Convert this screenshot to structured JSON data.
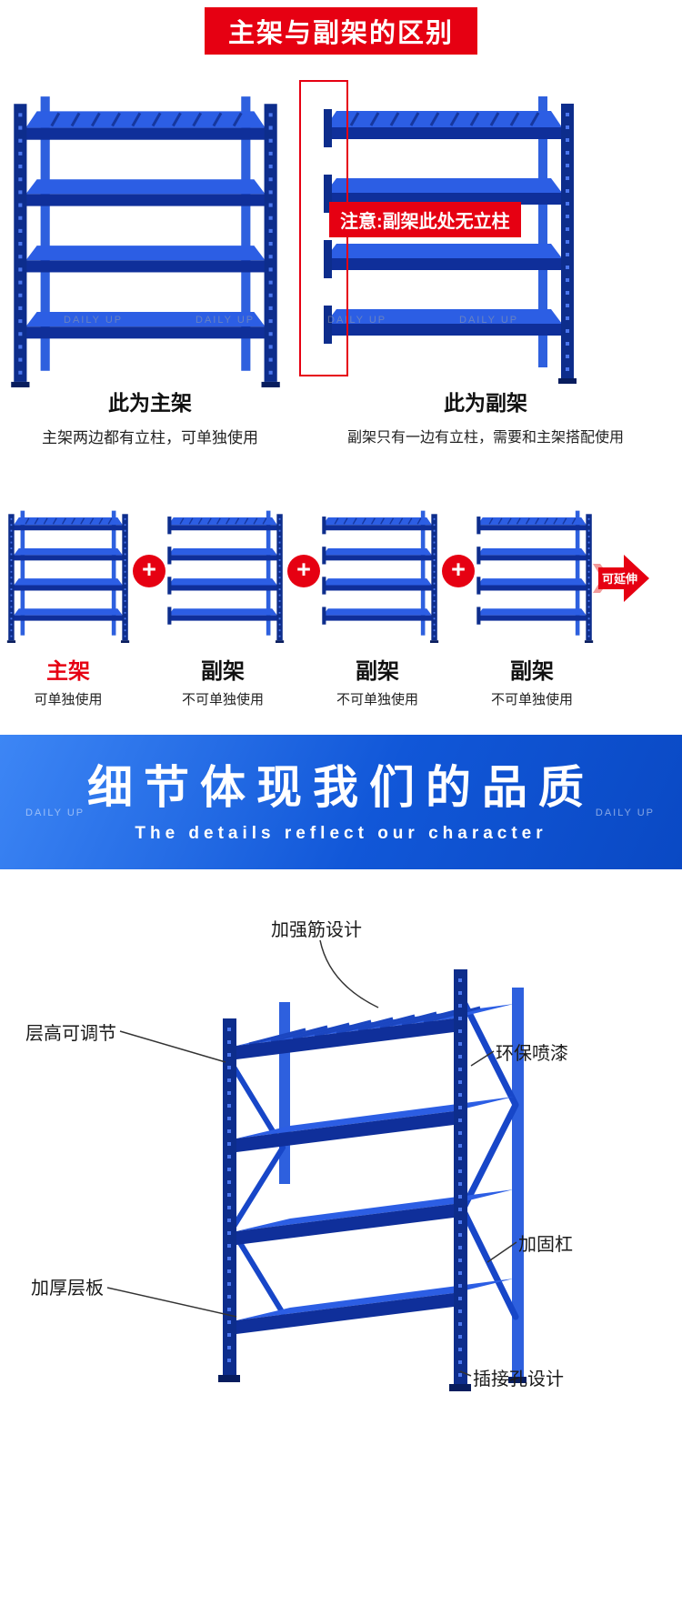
{
  "meta": {
    "watermark": "DAILY UP"
  },
  "colors": {
    "accent_red": "#e60012",
    "rack_blue": "#1746c8",
    "banner_blue": "#1157d8"
  },
  "header": {
    "title": "主架与副架的区别"
  },
  "comparison": {
    "notice_badge": "注意:副架此处无立柱",
    "main": {
      "title": "此为主架",
      "desc": "主架两边都有立柱，可单独使用"
    },
    "sub": {
      "title": "此为副架",
      "desc": "副架只有一边有立柱，需要和主架搭配使用"
    }
  },
  "extension": {
    "plus": "+",
    "arrow_label": "可延伸",
    "items": [
      {
        "label": "主架",
        "desc": "可单独使用"
      },
      {
        "label": "副架",
        "desc": "不可单独使用"
      },
      {
        "label": "副架",
        "desc": "不可单独使用"
      },
      {
        "label": "副架",
        "desc": "不可单独使用"
      }
    ]
  },
  "banner": {
    "title": "细节体现我们的品质",
    "subtitle": "The details reflect our character"
  },
  "details": {
    "callouts": [
      {
        "label": "加强筋设计"
      },
      {
        "label": "层高可调节"
      },
      {
        "label": "环保喷漆"
      },
      {
        "label": "加固杠"
      },
      {
        "label": "加厚层板"
      },
      {
        "label": "插接孔设计"
      }
    ]
  }
}
